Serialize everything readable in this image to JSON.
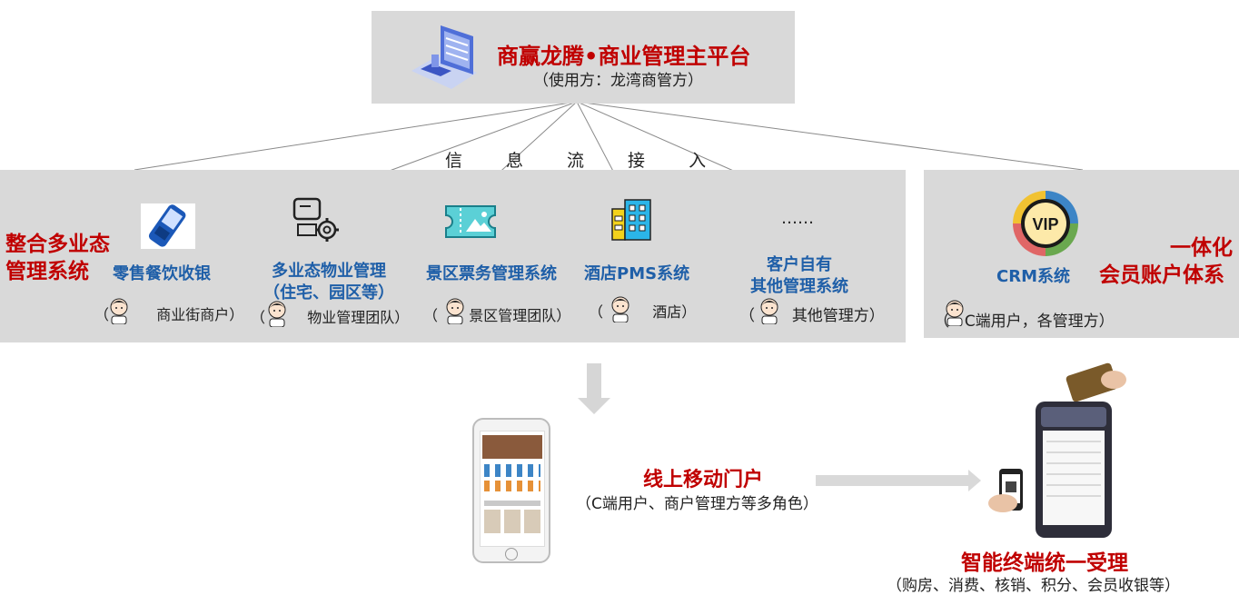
{
  "platform": {
    "title": "商赢龙腾•商业管理主平台",
    "subtitle": "（使用方：龙湾商管方）"
  },
  "flow_label": [
    "信",
    "息",
    "流",
    "接",
    "入"
  ],
  "left_group": {
    "label_line1": "整合多业态",
    "label_line2": "管理系统",
    "systems": [
      {
        "name_line1": "零售餐饮收银",
        "name_line2": "",
        "user_open": "（",
        "user": "商业街商户）"
      },
      {
        "name_line1": "多业态物业管理",
        "name_line2": "（住宅、园区等）",
        "user_open": "（",
        "user": "物业管理团队）"
      },
      {
        "name_line1": "景区票务管理系统",
        "name_line2": "",
        "user_open": "（",
        "user": "景区管理团队）"
      },
      {
        "name_line1": "酒店PMS系统",
        "name_line2": "",
        "user_open": "（",
        "user": "酒店）"
      },
      {
        "name_line1": "客户自有",
        "name_line2": "其他管理系统",
        "user_open": "（",
        "user": "其他管理方）"
      }
    ],
    "ellipsis": "……"
  },
  "right_group": {
    "system": "CRM系统",
    "vip_text": "VIP",
    "label_line1": "一体化",
    "label_line2": "会员账户体系",
    "user_open": "（",
    "user": "C端用户，各管理方）"
  },
  "portal": {
    "title": "线上移动门户",
    "subtitle": "（C端用户、商户管理方等多角色）"
  },
  "terminal": {
    "title": "智能终端统一受理",
    "subtitle": "（购房、消费、核销、积分、会员收银等）"
  },
  "colors": {
    "accent_red": "#c00000",
    "system_blue": "#1f5fa8",
    "panel_gray": "#d9d9d9"
  }
}
